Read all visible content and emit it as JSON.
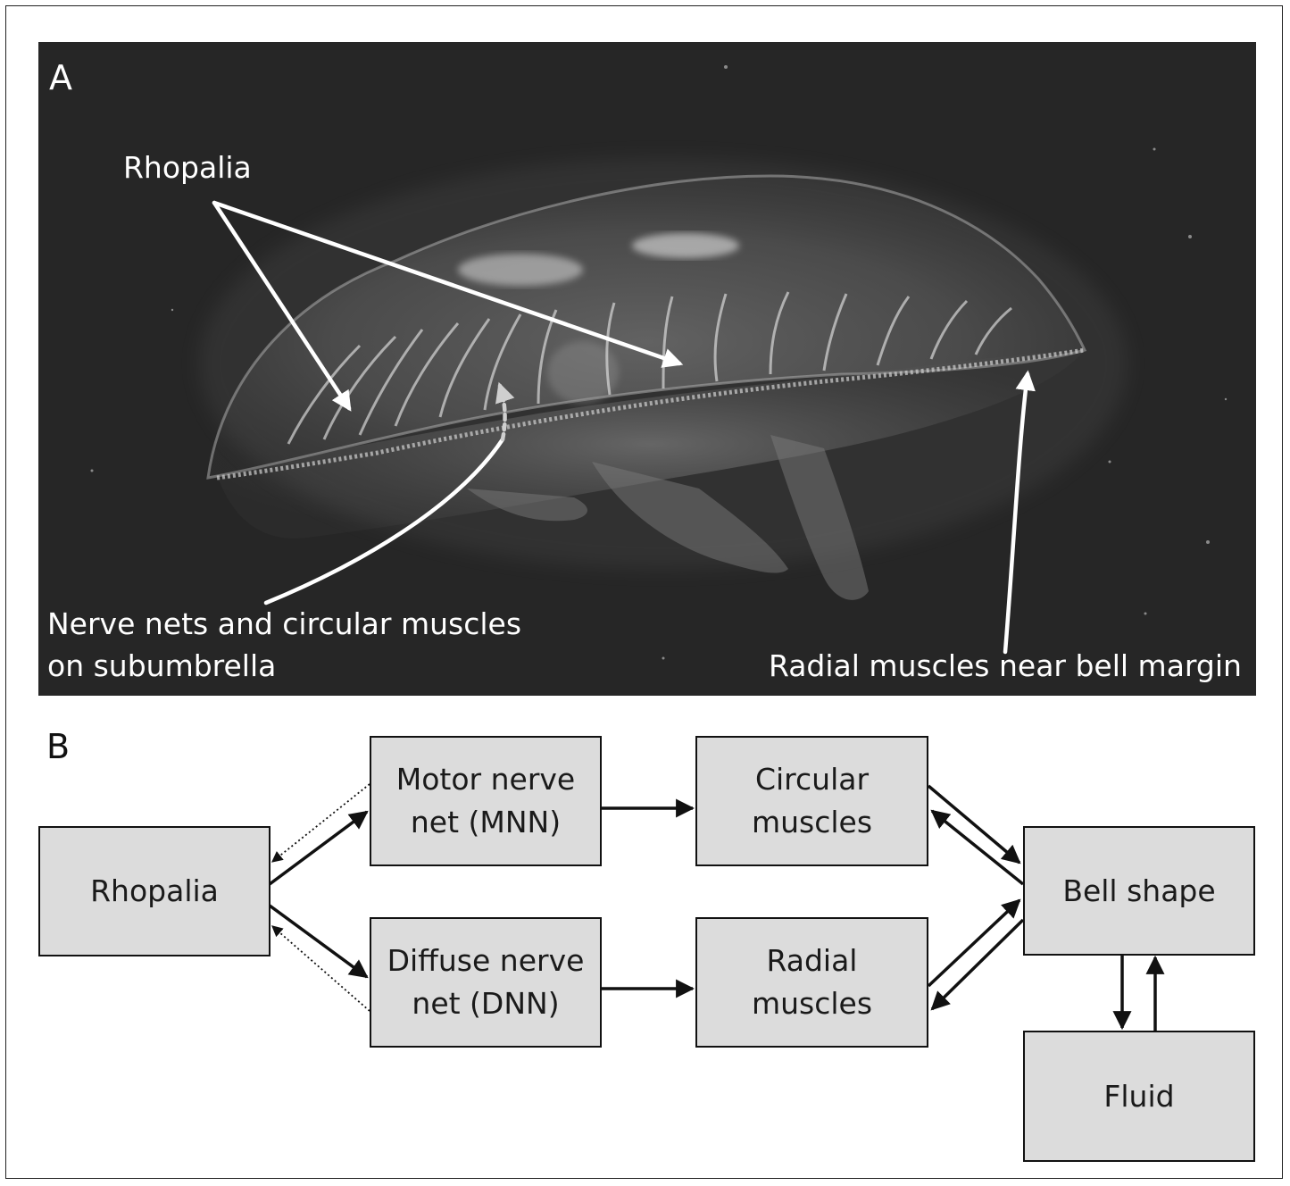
{
  "panel_a": {
    "letter": "A",
    "labels": {
      "rhopalia": "Rhopalia",
      "nerve_nets_line1": "Nerve nets and circular muscles",
      "nerve_nets_line2": "on subumbrella",
      "radial": "Radial muscles near bell margin"
    }
  },
  "panel_b": {
    "letter": "B",
    "nodes": {
      "rhopalia": "Rhopalia",
      "mnn_line1": "Motor nerve",
      "mnn_line2": "net (MNN)",
      "dnn_line1": "Diffuse nerve",
      "dnn_line2": "net (DNN)",
      "circular_line1": "Circular",
      "circular_line2": "muscles",
      "radial_line1": "Radial",
      "radial_line2": "muscles",
      "bell": "Bell shape",
      "fluid": "Fluid"
    }
  },
  "colors": {
    "box_fill": "#dcdcdc",
    "photo_background": "#262626",
    "annotation": "#ffffff"
  }
}
